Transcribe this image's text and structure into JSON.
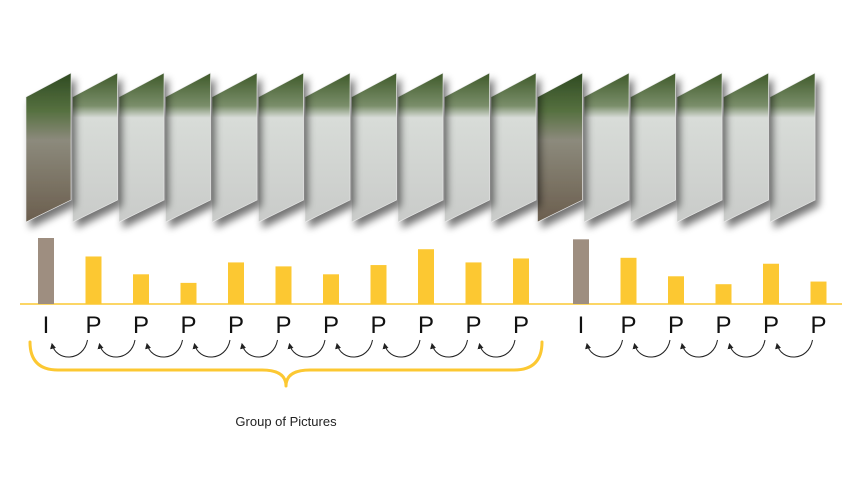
{
  "gop_label": "Group of Pictures",
  "colors": {
    "i_frame": "#9e8e80",
    "p_frame": "#fcc832",
    "brace": "#fcc832",
    "arrow": "#222222",
    "baseline": "#fcc832"
  },
  "groups": [
    {
      "frames": [
        {
          "type": "I",
          "label": "I",
          "size": 1.0
        },
        {
          "type": "P",
          "label": "P",
          "size": 0.72
        },
        {
          "type": "P",
          "label": "P",
          "size": 0.45
        },
        {
          "type": "P",
          "label": "P",
          "size": 0.32
        },
        {
          "type": "P",
          "label": "P",
          "size": 0.63
        },
        {
          "type": "P",
          "label": "P",
          "size": 0.57
        },
        {
          "type": "P",
          "label": "P",
          "size": 0.45
        },
        {
          "type": "P",
          "label": "P",
          "size": 0.59
        },
        {
          "type": "P",
          "label": "P",
          "size": 0.83
        },
        {
          "type": "P",
          "label": "P",
          "size": 0.63
        },
        {
          "type": "P",
          "label": "P",
          "size": 0.69
        }
      ]
    },
    {
      "frames": [
        {
          "type": "I",
          "label": "I",
          "size": 0.98
        },
        {
          "type": "P",
          "label": "P",
          "size": 0.7
        },
        {
          "type": "P",
          "label": "P",
          "size": 0.42
        },
        {
          "type": "P",
          "label": "P",
          "size": 0.3
        },
        {
          "type": "P",
          "label": "P",
          "size": 0.61
        },
        {
          "type": "P",
          "label": "P",
          "size": 0.34
        }
      ]
    }
  ]
}
